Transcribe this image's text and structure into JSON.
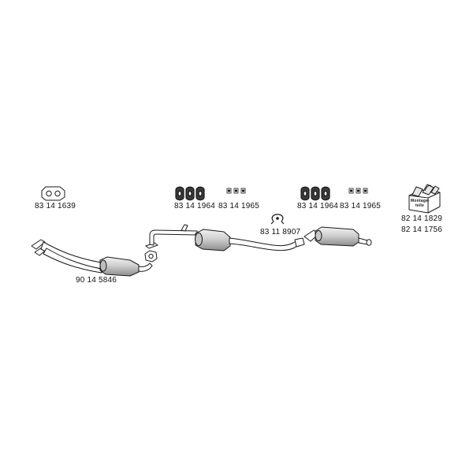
{
  "parts": {
    "gasket_front": {
      "number": "83 14 1639",
      "icon": "gasket-icon"
    },
    "catalytic_converter": {
      "number": "90 14 5846",
      "icon": "catalytic-converter-icon"
    },
    "rubber_mounts_1": {
      "number": "83 14 1964",
      "icon": "rubber-mount-icon"
    },
    "mount_brackets_1": {
      "number": "83 14 1965",
      "icon": "bracket-icon"
    },
    "clamp": {
      "number": "83 11 8907",
      "icon": "clamp-icon"
    },
    "rubber_mounts_2": {
      "number": "83 14 1964",
      "icon": "rubber-mount-icon"
    },
    "mount_brackets_2": {
      "number": "83 14 1965",
      "icon": "bracket-icon"
    },
    "mounting_kit": {
      "numbers": [
        "82 14 1829",
        "82 14 1756"
      ],
      "box_text": [
        "Montage-",
        "teile"
      ],
      "icon": "parts-box-icon"
    }
  },
  "colors": {
    "line": "#1a1a1a",
    "part_fill": "#d9d9d9",
    "shade": "#9a9a9a",
    "background": "#ffffff"
  }
}
